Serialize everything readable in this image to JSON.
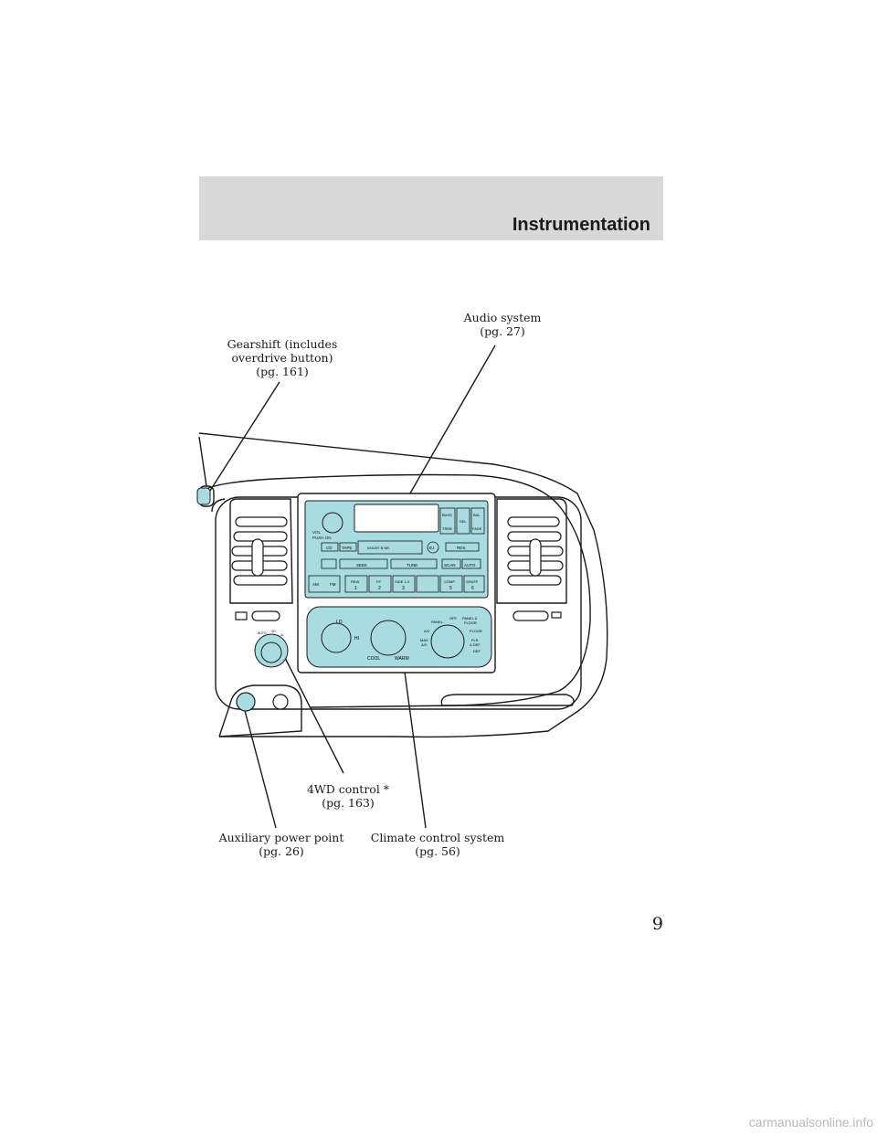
{
  "header": {
    "title": "Instrumentation"
  },
  "callouts": {
    "gearshift": [
      "Gearshift (includes",
      "overdrive button)",
      "(pg. 161)"
    ],
    "audio": [
      "Audio system",
      "(pg. 27)"
    ],
    "fourwd": [
      "4WD control *",
      "(pg. 163)"
    ],
    "aux_power": [
      "Auxiliary power point",
      "(pg. 26)"
    ],
    "climate": [
      "Climate control system",
      "(pg. 56)"
    ]
  },
  "radio": {
    "vol_label": "VOL\nPUSH ON",
    "bass": "BASS",
    "treb": "TREB",
    "sel": "SEL",
    "bal": "BAL",
    "fade": "FADE",
    "cd": "CD",
    "tape": "TAPE",
    "dolby": "DOLBY B NR",
    "ej": "EJ",
    "rds": "RDS",
    "seek": "SEEK",
    "tune": "TUNE",
    "scan": "SCAN",
    "auto": "AUTO",
    "am": "AM",
    "fm": "FM",
    "presets": [
      {
        "top": "REW",
        "num": "1"
      },
      {
        "top": "FF",
        "num": "2"
      },
      {
        "top": "SIDE 1-2",
        "num": "3"
      },
      {
        "top": "",
        "num": ""
      },
      {
        "top": "COMP",
        "num": "5"
      },
      {
        "top": "SHUFF",
        "num": "6"
      }
    ]
  },
  "climate": {
    "lo": "LO",
    "hi": "HI",
    "cool": "COOL",
    "warm": "WARM",
    "panel": "PANEL",
    "off": "OFF",
    "panel_floor": "PANEL &\nFLOOR",
    "ac": "A/C",
    "floor": "FLOOR",
    "max_ac": "MAX\nA/C",
    "flr_def": "FLR\n& DEF",
    "def": "DEF"
  },
  "fourwd_knob": {
    "auto": "AUTO",
    "high": "4H",
    "low": "4L"
  },
  "page_number": "9",
  "watermark": "carmanualsonline.info"
}
